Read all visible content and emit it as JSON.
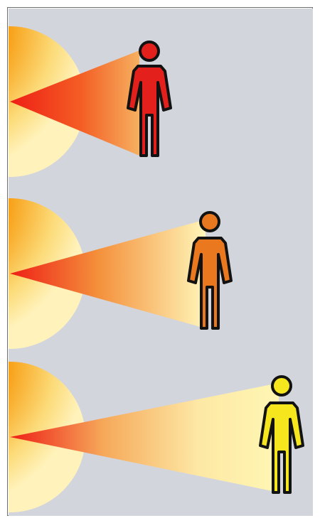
{
  "diagram": {
    "background_color": "#d3d5dd",
    "panel_count": 3,
    "source_colors": {
      "core": "#f0201a",
      "mid": "#f8a21a",
      "outer": "#fff2ba"
    },
    "beam_colors": {
      "near": "#ee1e16",
      "far": "#fff6b3"
    },
    "panels": [
      {
        "id": "near",
        "person_color": "#e3201c",
        "person_icon": "person-icon",
        "relative_distance": 1
      },
      {
        "id": "middle",
        "person_color": "#e9781f",
        "person_icon": "person-icon",
        "relative_distance": 2
      },
      {
        "id": "far",
        "person_color": "#f5e61d",
        "person_icon": "person-icon",
        "relative_distance": 3
      }
    ]
  }
}
